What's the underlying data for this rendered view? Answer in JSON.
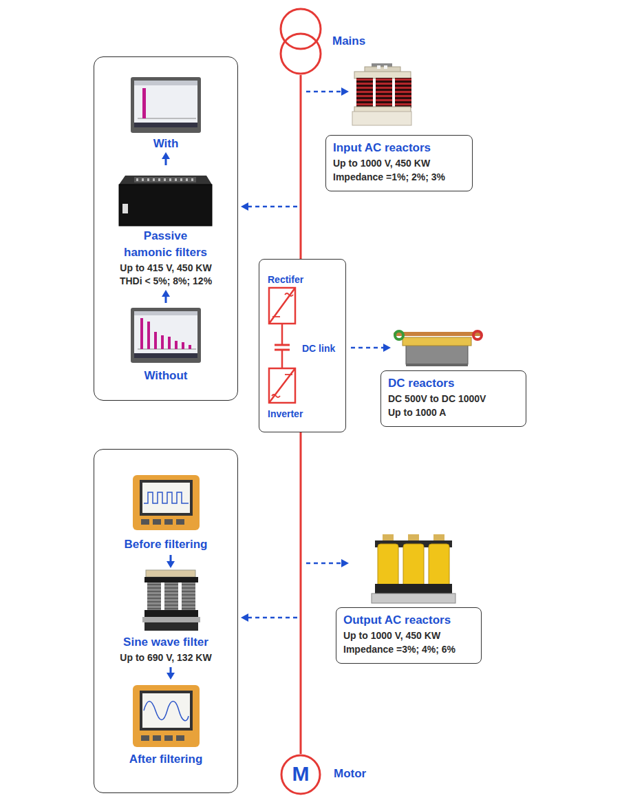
{
  "diagram": {
    "nodes": [
      {
        "text": [
          "Mains"
        ]
      },
      {
        "text": [
          "Input AC reactors",
          "Up to 1000 V, 450 KW",
          "Impedance =1%; 2%; 3%"
        ]
      },
      {
        "text": [
          "With",
          "Passive hamonic filters",
          "Up to 415 V, 450 KW",
          "THDi < 5%;  8%;   12%",
          "Without"
        ]
      },
      {
        "text": [
          "Rectifer",
          "DC link",
          "Inverter"
        ]
      },
      {
        "text": [
          "DC reactors",
          "DC 500V to DC 1000V",
          "Up to 1000 A"
        ]
      },
      {
        "text": [
          "Before filtering",
          "Sine wave filter",
          "Up to 690 V, 132 KW",
          "After filtering"
        ]
      },
      {
        "text": [
          "Output AC reactors",
          "Up to 1000 V, 450 KW",
          "Impedance =3%; 4%; 6%"
        ]
      },
      {
        "text": [
          "M",
          "Motor"
        ]
      }
    ],
    "edges": [
      {
        "from": 0,
        "to": 3,
        "arrow": "none"
      },
      {
        "from": 3,
        "to": 7,
        "arrow": "none"
      }
    ]
  }
}
